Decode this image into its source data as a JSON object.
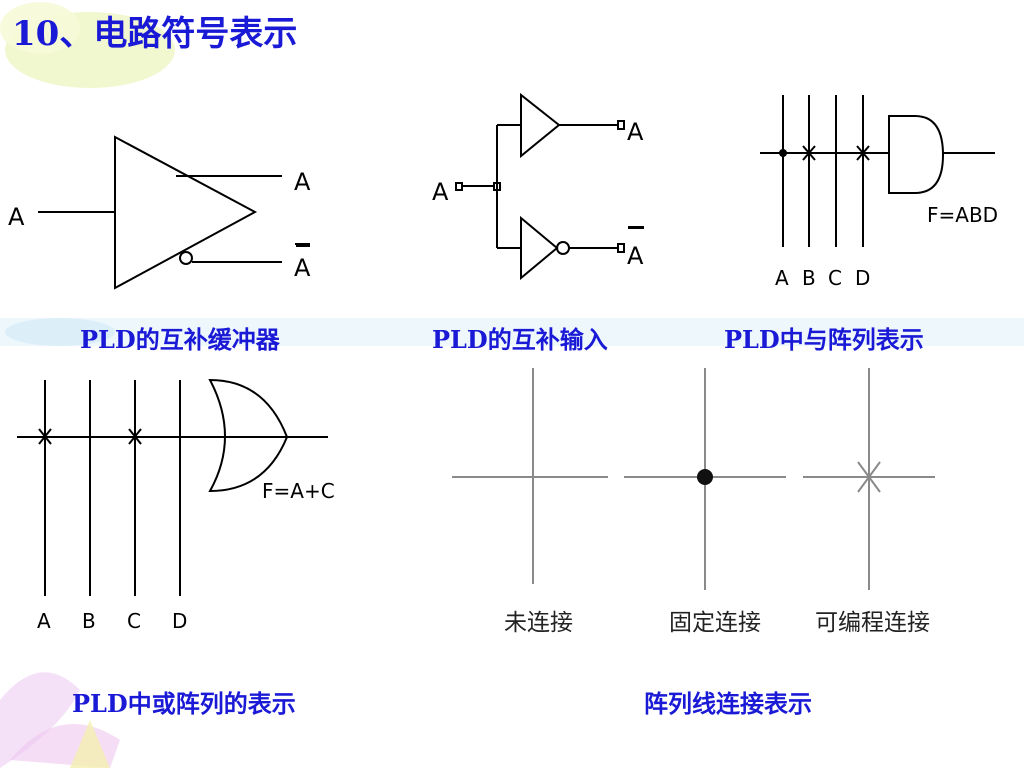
{
  "title": "10、电路符号表示",
  "captions": {
    "buffer": "PLD的互补缓冲器",
    "input": "PLD的互补输入",
    "and_array": "PLD中与阵列表示",
    "or_array": "PLD中或阵列的表示",
    "connections": "阵列线连接表示"
  },
  "buffer": {
    "input": "A",
    "out_true": "A",
    "out_comp": "A"
  },
  "comp_input": {
    "input": "A",
    "out_true": "A",
    "out_comp": "A"
  },
  "and_array": {
    "inputs": [
      "A",
      "B",
      "C",
      "D"
    ],
    "formula": "F=ABD"
  },
  "or_array": {
    "inputs": [
      "A",
      "B",
      "C",
      "D"
    ],
    "formula": "F=A+C"
  },
  "connections": {
    "none": "未连接",
    "fixed": "固定连接",
    "programmable": "可编程连接"
  },
  "colors": {
    "caption": "#1a1ad6",
    "line": "#000000"
  }
}
